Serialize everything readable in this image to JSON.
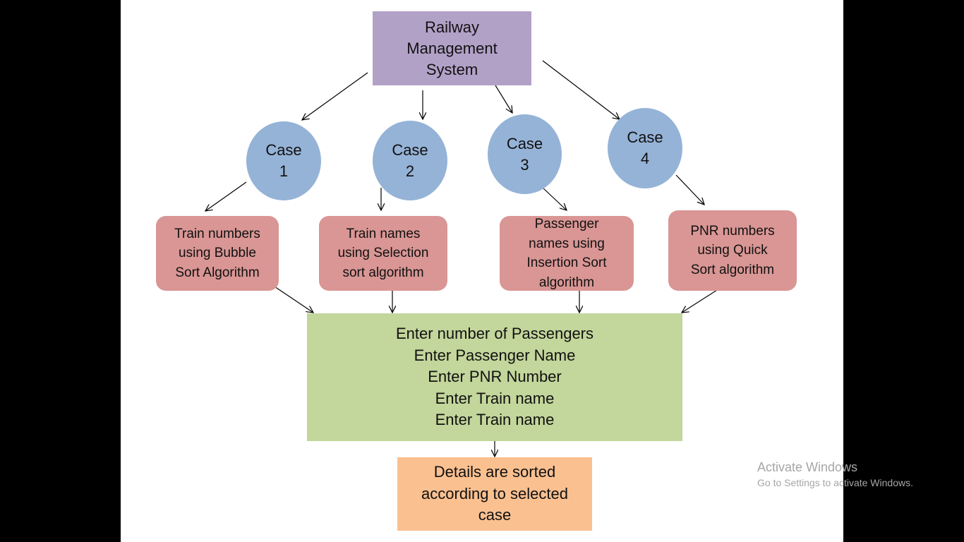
{
  "diagram": {
    "root": {
      "label": "Railway\nManagement\nSystem"
    },
    "cases": [
      {
        "label": "Case\n1"
      },
      {
        "label": "Case\n2"
      },
      {
        "label": "Case\n3"
      },
      {
        "label": "Case\n4"
      }
    ],
    "algorithms": [
      {
        "label": "Train numbers\nusing Bubble\nSort Algorithm"
      },
      {
        "label": "Train names\nusing Selection\nsort algorithm"
      },
      {
        "label": "Passenger\nnames using\nInsertion Sort\nalgorithm"
      },
      {
        "label": "PNR numbers\nusing Quick\nSort algorithm"
      }
    ],
    "input_step": {
      "label": "Enter number of Passengers\nEnter Passenger Name\nEnter PNR Number\nEnter Train name\nEnter Train name"
    },
    "result": {
      "label": "Details are sorted\naccording to selected\ncase"
    }
  },
  "watermark": {
    "title": "Activate Windows",
    "subtitle": "Go to Settings to activate Windows."
  }
}
